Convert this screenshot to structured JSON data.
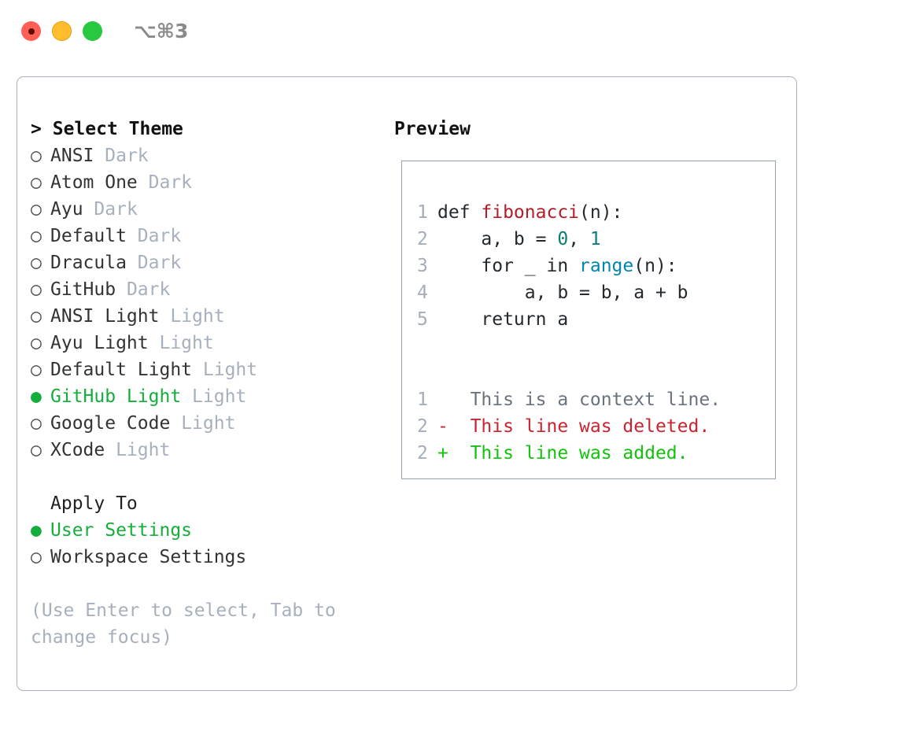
{
  "titlebar": {
    "shortcut": "⌥⌘3",
    "buttons": [
      {
        "name": "close",
        "color": "#ff5f57"
      },
      {
        "name": "minimize",
        "color": "#ffbd2e"
      },
      {
        "name": "maximize",
        "color": "#28c840"
      }
    ]
  },
  "theme_picker": {
    "header": "Select Theme",
    "caret": ">",
    "marker_off": "○",
    "marker_on": "●",
    "items": [
      {
        "marker": "○",
        "name": "ANSI",
        "tag": "Dark",
        "selected": false
      },
      {
        "marker": "○",
        "name": "Atom One",
        "tag": "Dark",
        "selected": false
      },
      {
        "marker": "○",
        "name": "Ayu",
        "tag": "Dark",
        "selected": false
      },
      {
        "marker": "○",
        "name": "Default",
        "tag": "Dark",
        "selected": false
      },
      {
        "marker": "○",
        "name": "Dracula",
        "tag": "Dark",
        "selected": false
      },
      {
        "marker": "○",
        "name": "GitHub",
        "tag": "Dark",
        "selected": false
      },
      {
        "marker": "○",
        "name": "ANSI Light",
        "tag": "Light",
        "selected": false
      },
      {
        "marker": "○",
        "name": "Ayu Light",
        "tag": "Light",
        "selected": false
      },
      {
        "marker": "○",
        "name": "Default Light",
        "tag": "Light",
        "selected": false
      },
      {
        "marker": "●",
        "name": "GitHub Light",
        "tag": "Light",
        "selected": true
      },
      {
        "marker": "○",
        "name": "Google Code",
        "tag": "Light",
        "selected": false
      },
      {
        "marker": "○",
        "name": "XCode",
        "tag": "Light",
        "selected": false
      }
    ]
  },
  "apply_to": {
    "header": "Apply To",
    "items": [
      {
        "marker": "●",
        "name": "User Settings",
        "selected": true
      },
      {
        "marker": "○",
        "name": "Workspace Settings",
        "selected": false
      }
    ]
  },
  "hint": "(Use Enter to select, Tab to change focus)",
  "preview": {
    "title": "Preview",
    "code_lines": [
      {
        "number": "1",
        "tokens": [
          {
            "text": "def ",
            "type": "kw"
          },
          {
            "text": "fibonacci",
            "type": "fn"
          },
          {
            "text": "(n):",
            "type": "punc"
          }
        ]
      },
      {
        "number": "2",
        "tokens": [
          {
            "text": "    a, b = ",
            "type": "kw"
          },
          {
            "text": "0",
            "type": "num"
          },
          {
            "text": ", ",
            "type": "punc"
          },
          {
            "text": "1",
            "type": "num"
          }
        ]
      },
      {
        "number": "3",
        "tokens": [
          {
            "text": "    for _ in ",
            "type": "kw"
          },
          {
            "text": "range",
            "type": "bi"
          },
          {
            "text": "(n):",
            "type": "punc"
          }
        ]
      },
      {
        "number": "4",
        "tokens": [
          {
            "text": "        a, b = b, a + b",
            "type": "kw"
          }
        ]
      },
      {
        "number": "5",
        "tokens": [
          {
            "text": "    return a",
            "type": "kw"
          }
        ]
      }
    ],
    "diff_lines": [
      {
        "number": "1",
        "sign": " ",
        "text": "This is a context line.",
        "type": "ctx"
      },
      {
        "number": "2",
        "sign": "-",
        "text": "This line was deleted.",
        "type": "del"
      },
      {
        "number": "2",
        "sign": "+",
        "text": "This line was added.",
        "type": "add"
      }
    ]
  },
  "colors": {
    "accent_green": "#15ad3c",
    "muted": "#a7b0bd",
    "border": "#aab2c0",
    "code_border": "#97a2b3",
    "diff_add": "#13c20e",
    "diff_del": "#cb2431",
    "token_function": "#b31d28",
    "token_number": "#0a7d76",
    "token_builtin": "#0086b3"
  }
}
